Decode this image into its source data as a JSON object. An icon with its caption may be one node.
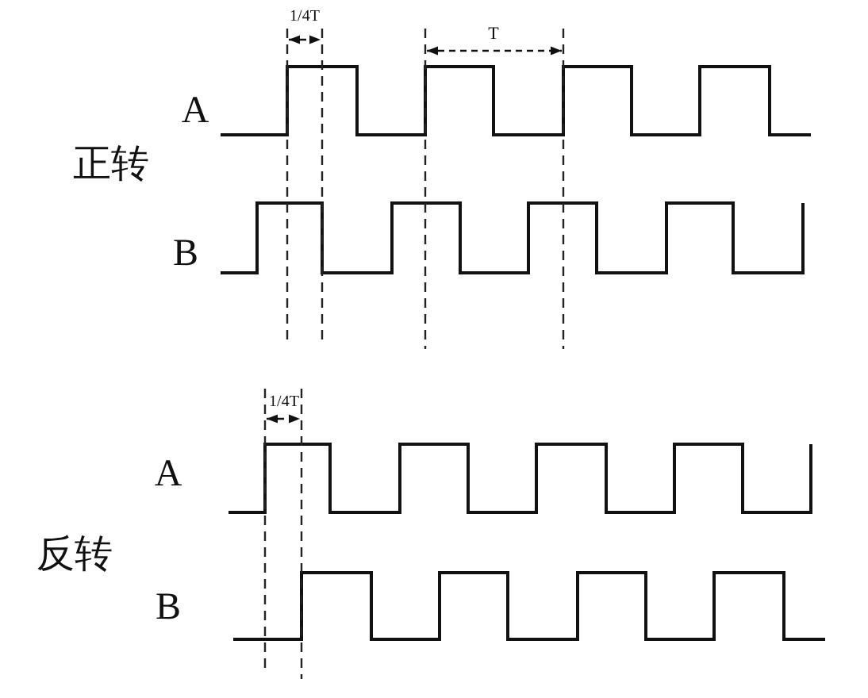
{
  "diagram": {
    "labels": [
      "1/4T",
      "T",
      "A",
      "正转",
      "B",
      "1/4T",
      "A",
      "反转",
      "B"
    ]
  }
}
